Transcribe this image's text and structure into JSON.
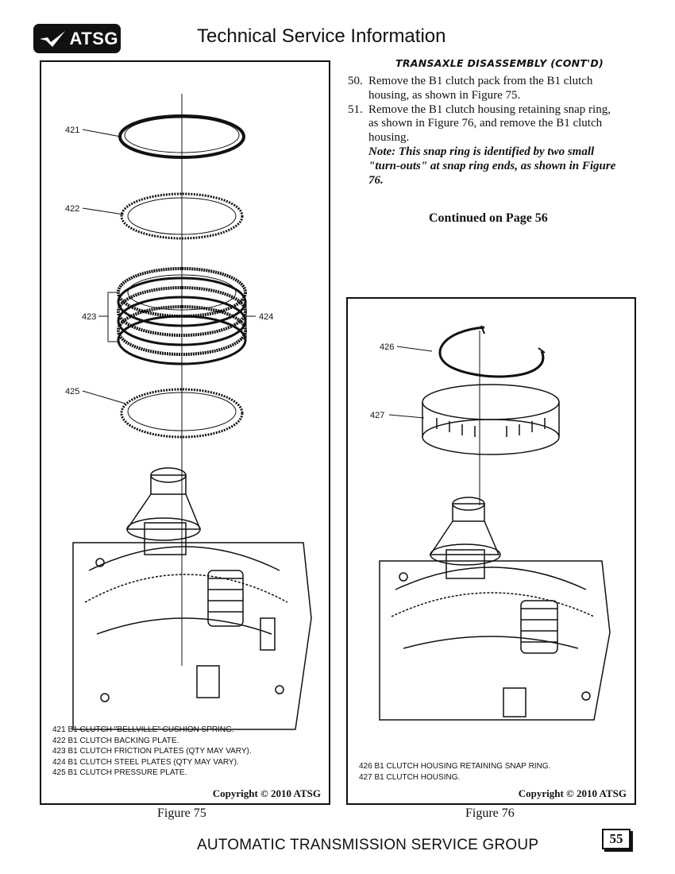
{
  "header": {
    "logo_text": "ATSG",
    "title": "Technical Service Information"
  },
  "section": {
    "title": "Transaxle Disassembly (Cont'd)",
    "steps": [
      {
        "number": "50.",
        "text": "Remove the B1 clutch pack from the B1 clutch housing, as shown in Figure 75."
      },
      {
        "number": "51.",
        "text": "Remove the B1 clutch housing retaining snap ring, as shown in Figure 76, and remove the B1 clutch housing.",
        "note": "Note: This snap ring is identified by two small \"turn-outs\" at snap ring ends, as shown in Figure 76."
      }
    ],
    "continued": "Continued on Page 56"
  },
  "figure75": {
    "caption": "Figure 75",
    "copyright": "Copyright © 2010 ATSG",
    "callouts": [
      "421",
      "422",
      "423",
      "424",
      "425"
    ],
    "legend": [
      "421  B1 CLUTCH \"BELLVILLE\" CUSHION SPRING.",
      "422  B1 CLUTCH BACKING PLATE.",
      "423  B1 CLUTCH FRICTION PLATES  (QTY MAY VARY).",
      "424  B1 CLUTCH STEEL PLATES  (QTY MAY VARY).",
      "425  B1 CLUTCH PRESSURE PLATE."
    ]
  },
  "figure76": {
    "caption": "Figure 76",
    "copyright": "Copyright © 2010 ATSG",
    "callouts": [
      "426",
      "427"
    ],
    "legend": [
      "426  B1 CLUTCH HOUSING RETAINING SNAP RING.",
      "427  B1 CLUTCH HOUSING."
    ]
  },
  "footer": {
    "org": "AUTOMATIC TRANSMISSION SERVICE GROUP",
    "page_number": "55"
  }
}
